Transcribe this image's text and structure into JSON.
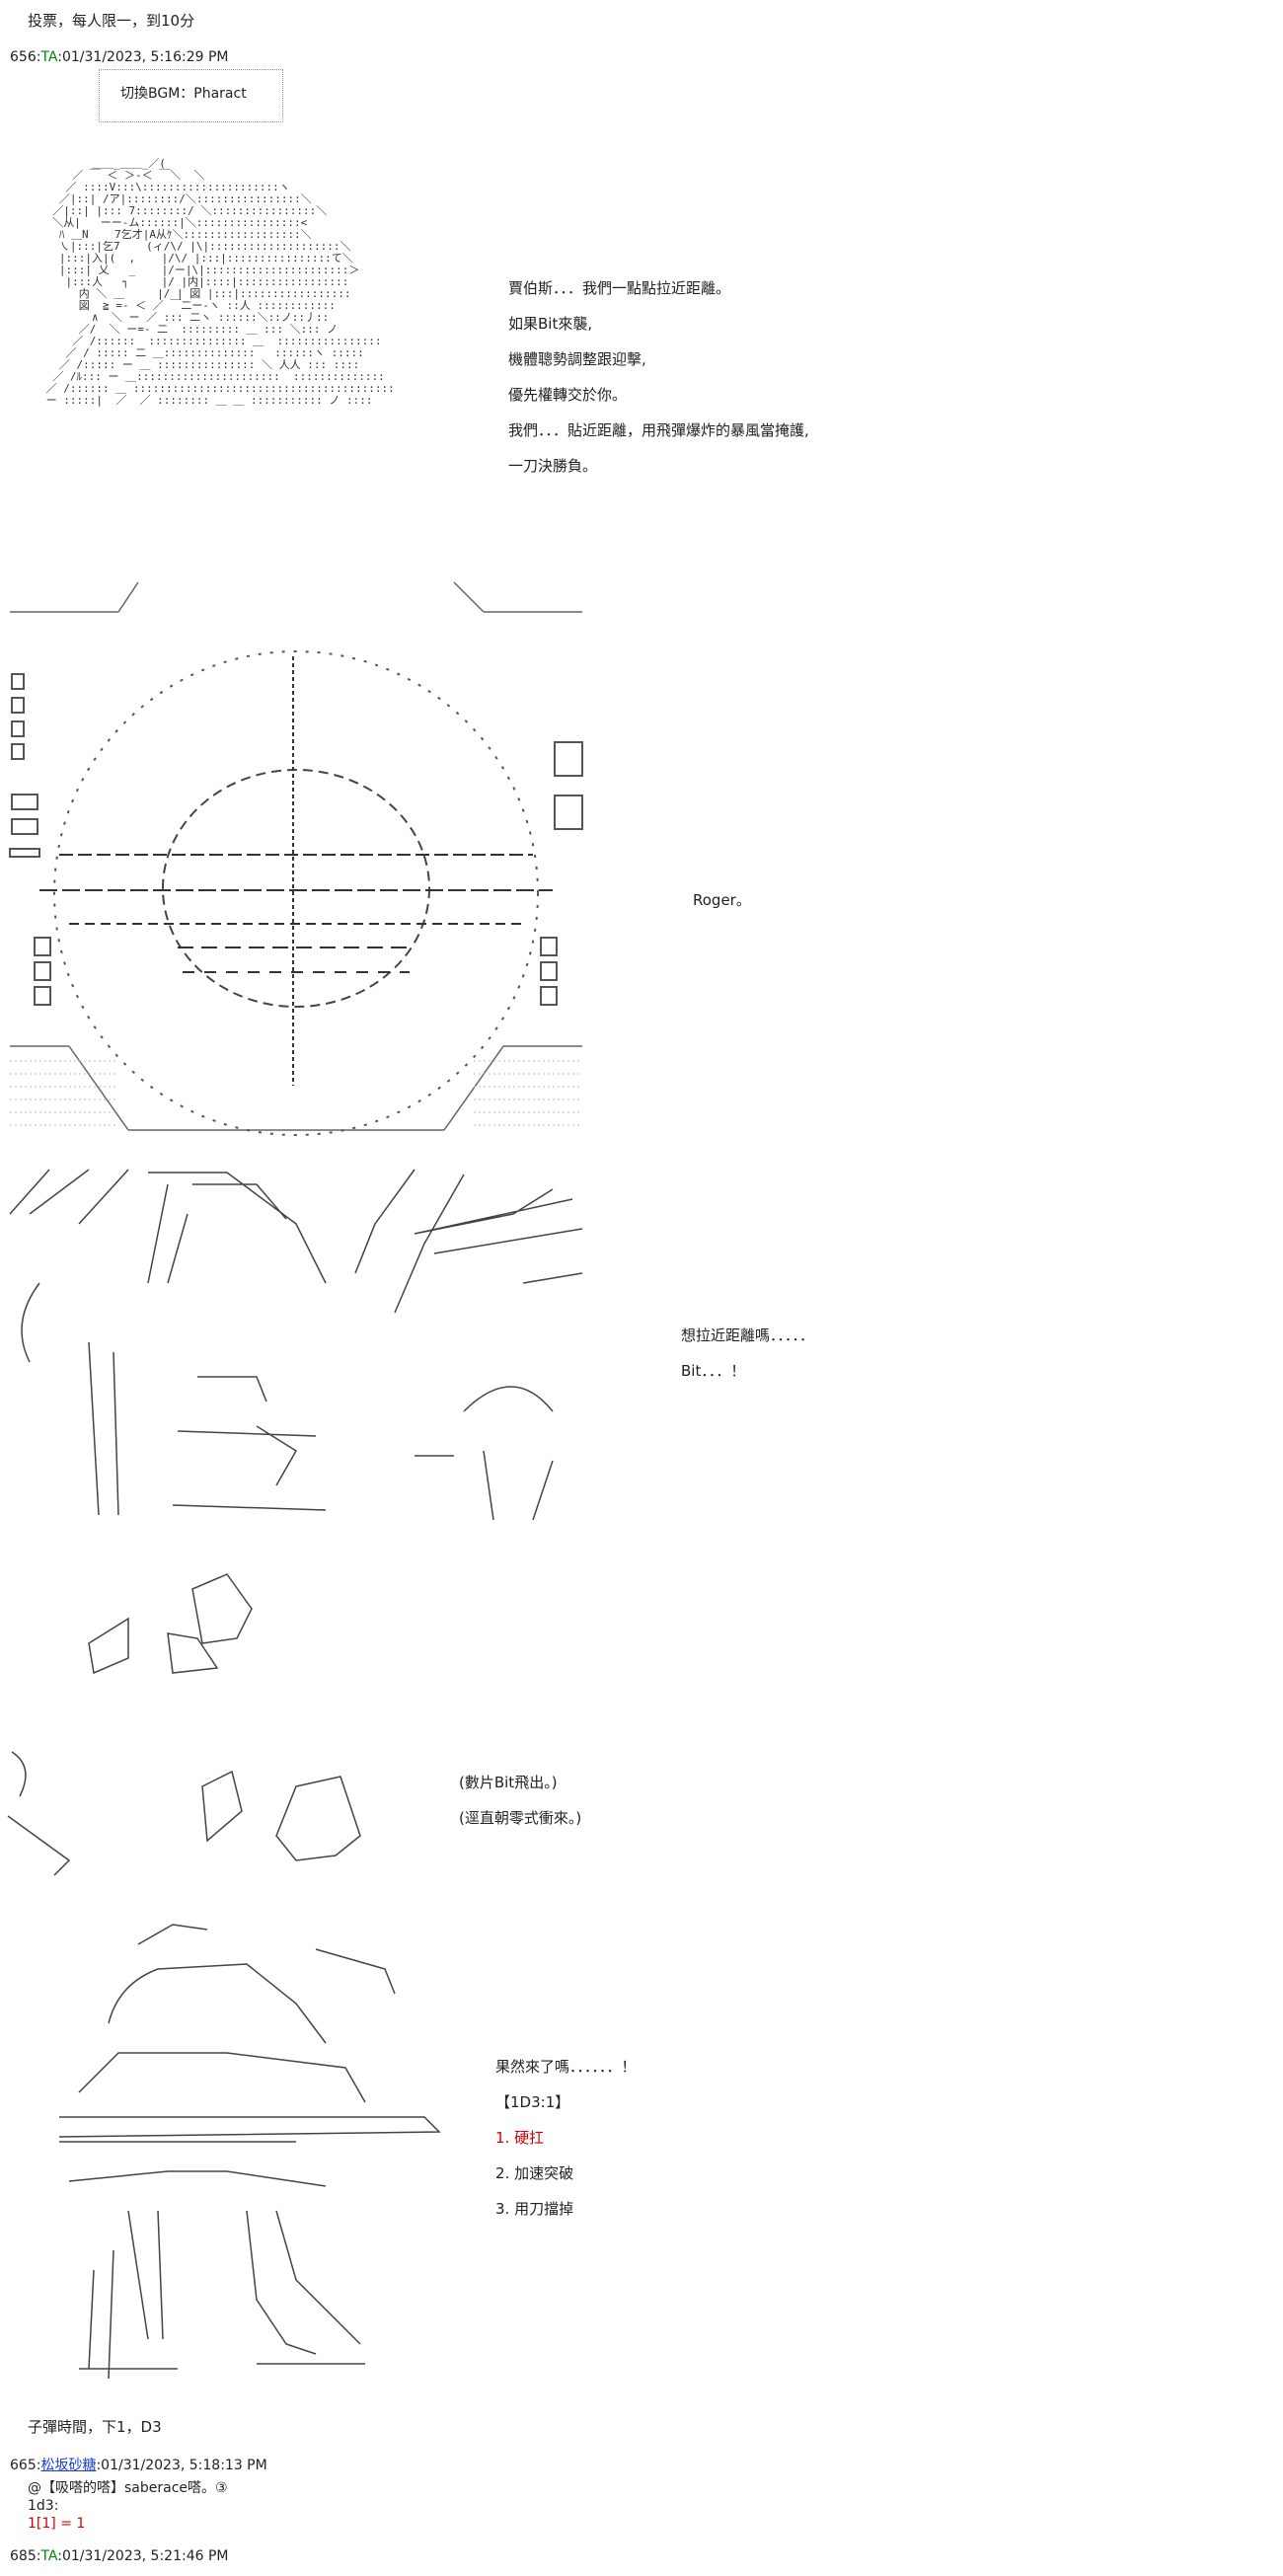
{
  "top_line": "投票，每人限一，到10分",
  "posts": [
    {
      "number": "656",
      "sep": ":",
      "name": "TA",
      "datetime": ":01/31/2023, 5:16:29 PM"
    },
    {
      "number": "665",
      "sep": ":",
      "name": "松坂砂糖",
      "datetime": ":01/31/2023, 5:18:13 PM"
    },
    {
      "number": "685",
      "sep": ":",
      "name": "TA",
      "datetime": ":01/31/2023, 5:21:46 PM"
    }
  ],
  "bgm_label": "切換BGM：Pharact",
  "panel1_dialog": [
    "賈伯斯．．．我們一點點拉近距離。",
    "如果Bit來襲,",
    "機體聰勢調整跟迎擊,",
    "優先權轉交於你。",
    "我們．．．貼近距離，用飛彈爆炸的暴風當掩護,",
    "一刀決勝負。"
  ],
  "panel2_dialog": "Roger。",
  "panel3_dialog": [
    "想拉近距離嗎．．．．．",
    "Bit．．．！"
  ],
  "panel4_dialog": [
    "(數片Bit飛出。)",
    "(逕直朝零式衝來。)"
  ],
  "panel5_dialog": {
    "line1": "果然來了嗎．．．．．．！",
    "roll": "【1D3:1】",
    "options": [
      "1. 硬扛",
      "2. 加速突破",
      "3. 用刀擋掉"
    ]
  },
  "post1_footer": "子彈時間，下1，D3",
  "post2_body": {
    "line1": "@【吸嗒的嗒】saberace嗒。③",
    "line2": "1d3:",
    "line3": "1[1] = 1"
  },
  "colors": {
    "name_green": "#008800",
    "link_blue": "#1a3fd6",
    "highlight_red": "#d40000"
  }
}
